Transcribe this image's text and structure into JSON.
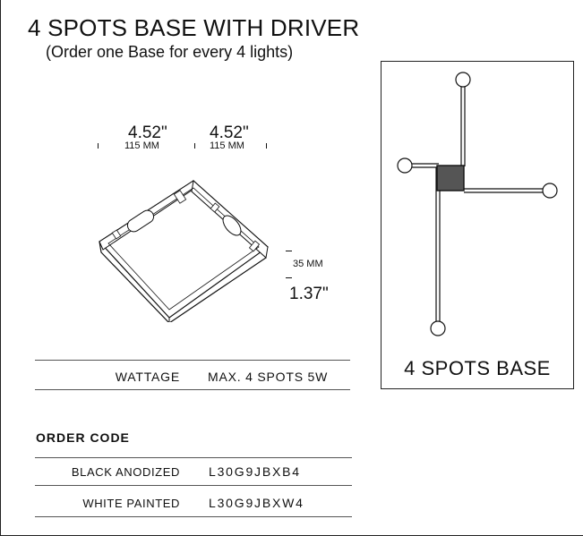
{
  "header": {
    "title": "4 SPOTS BASE WITH DRIVER",
    "subtitle": "(Order one Base for every 4 lights)"
  },
  "dimensions": {
    "width_left_in": "4.52\"",
    "width_left_mm": "115 MM",
    "width_right_in": "4.52\"",
    "width_right_mm": "115 MM",
    "height_mm": "35 MM",
    "height_in": "1.37\""
  },
  "specs": {
    "wattage_label": "WATTAGE",
    "wattage_value": "MAX. 4 SPOTS 5W"
  },
  "order": {
    "title": "ORDER CODE",
    "rows": [
      {
        "finish": "BLACK ANODIZED",
        "code": "L30G9JBXB4"
      },
      {
        "finish": "WHITE PAINTED",
        "code": "L30G9JBXW4"
      }
    ]
  },
  "diagram": {
    "label": "4 SPOTS BASE",
    "base_color": "#555555"
  }
}
